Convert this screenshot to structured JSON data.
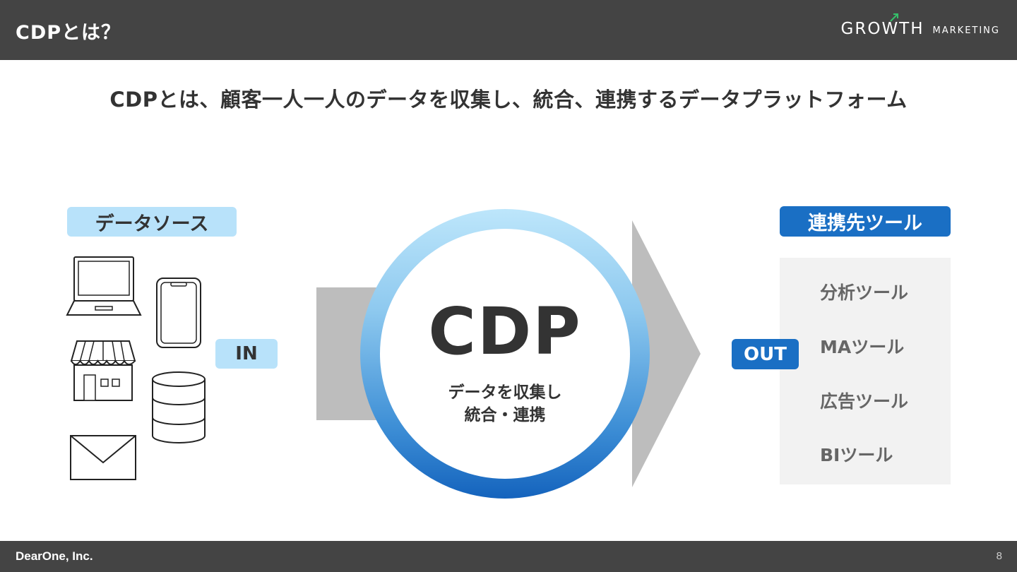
{
  "header": {
    "title": "CDPとは？",
    "logo_main": "GROWTH",
    "logo_sub": "MARKETING"
  },
  "headline": "CDPとは、顧客一人一人のデータを収集し、統合、連携するデータプラットフォーム",
  "data_source": {
    "label": "データソース",
    "icons": [
      "laptop-icon",
      "smartphone-icon",
      "store-icon",
      "database-icon",
      "mail-icon"
    ]
  },
  "flow": {
    "in_label": "IN",
    "out_label": "OUT"
  },
  "cdp": {
    "title": "CDP",
    "sub_line1": "データを収集し",
    "sub_line2": "統合・連携"
  },
  "targets": {
    "label": "連携先ツール",
    "items": [
      "分析ツール",
      "MAツール",
      "広告ツール",
      "BIツール"
    ]
  },
  "footer": {
    "company": "DearOne, Inc.",
    "page": "8"
  },
  "colors": {
    "header_bg": "#444444",
    "light_blue": "#b8e2fa",
    "dark_blue": "#1a6fc4",
    "arrow_gray": "#bdbdbd",
    "panel_gray": "#f2f2f2"
  }
}
